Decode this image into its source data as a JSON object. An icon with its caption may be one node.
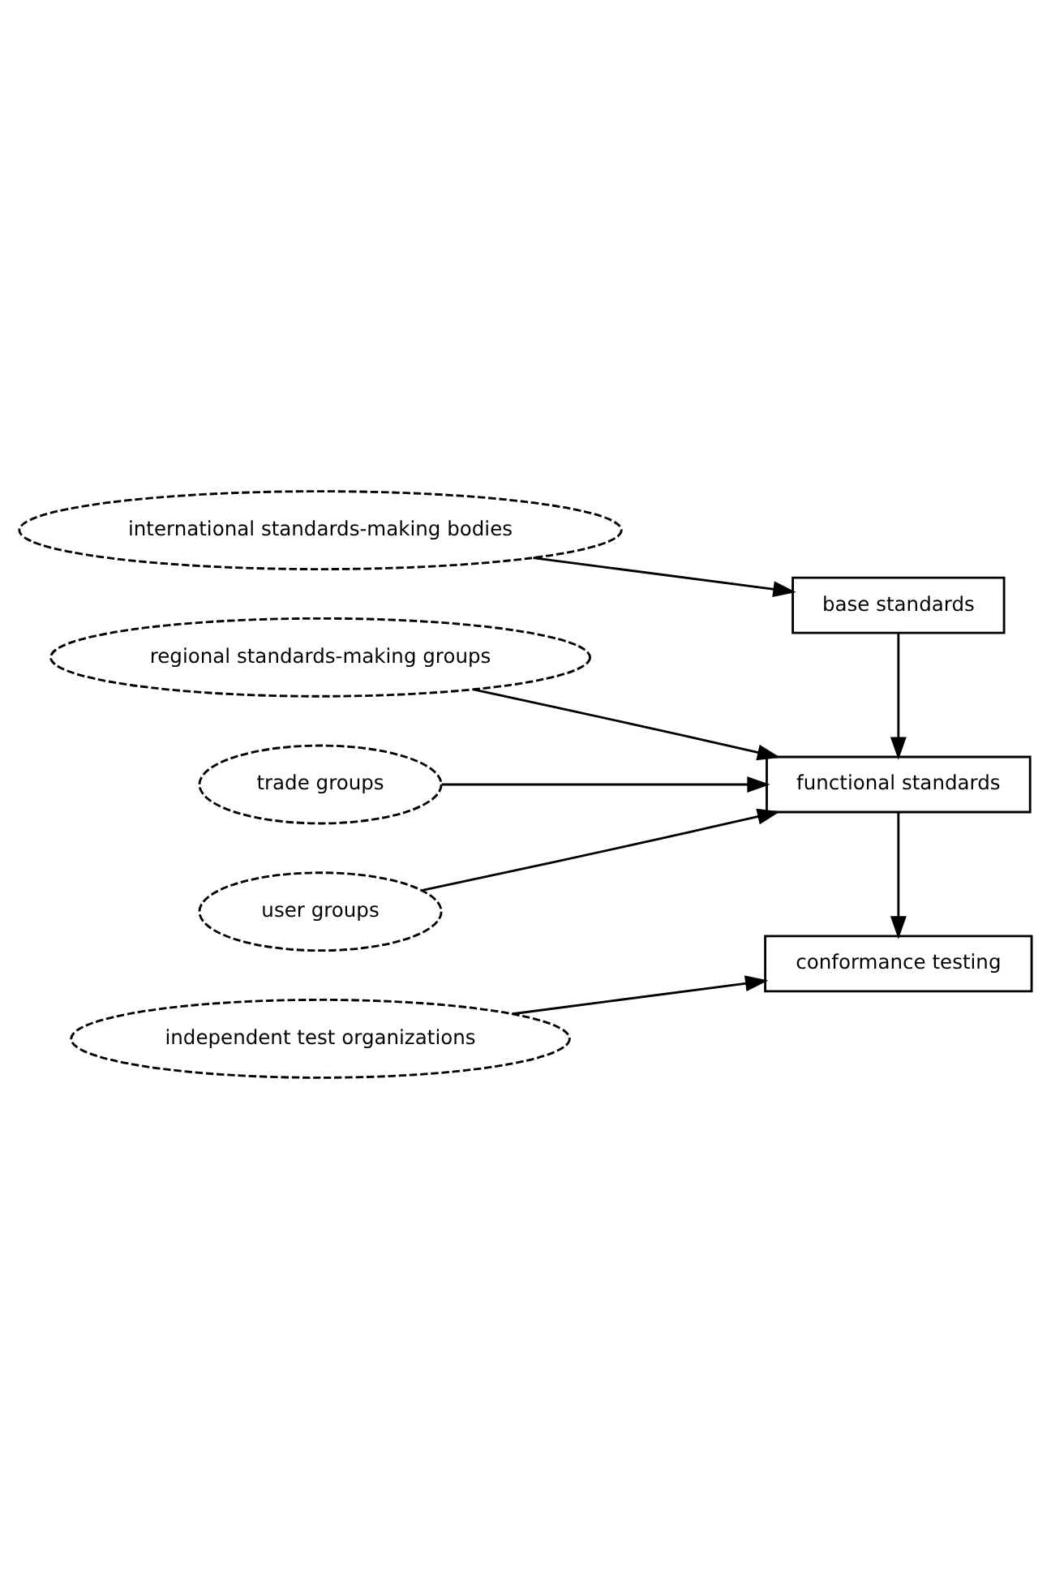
{
  "diagram": {
    "nodes": [
      {
        "text": [
          "international standards-making bodies"
        ]
      },
      {
        "text": [
          "base standards"
        ]
      },
      {
        "text": [
          "regional standards-making groups"
        ]
      },
      {
        "text": [
          "trade groups"
        ]
      },
      {
        "text": [
          "functional standards"
        ]
      },
      {
        "text": [
          "user groups"
        ]
      },
      {
        "text": [
          "independent test organizations"
        ]
      },
      {
        "text": [
          "conformance testing"
        ]
      }
    ],
    "edges": [
      {
        "from": 0,
        "to": 1,
        "arrow": "to"
      },
      {
        "from": 1,
        "to": 4,
        "arrow": "to"
      },
      {
        "from": 2,
        "to": 4,
        "arrow": "to"
      },
      {
        "from": 3,
        "to": 4,
        "arrow": "to"
      },
      {
        "from": 5,
        "to": 4,
        "arrow": "to"
      },
      {
        "from": 4,
        "to": 7,
        "arrow": "to"
      },
      {
        "from": 6,
        "to": 7,
        "arrow": "to"
      }
    ]
  }
}
